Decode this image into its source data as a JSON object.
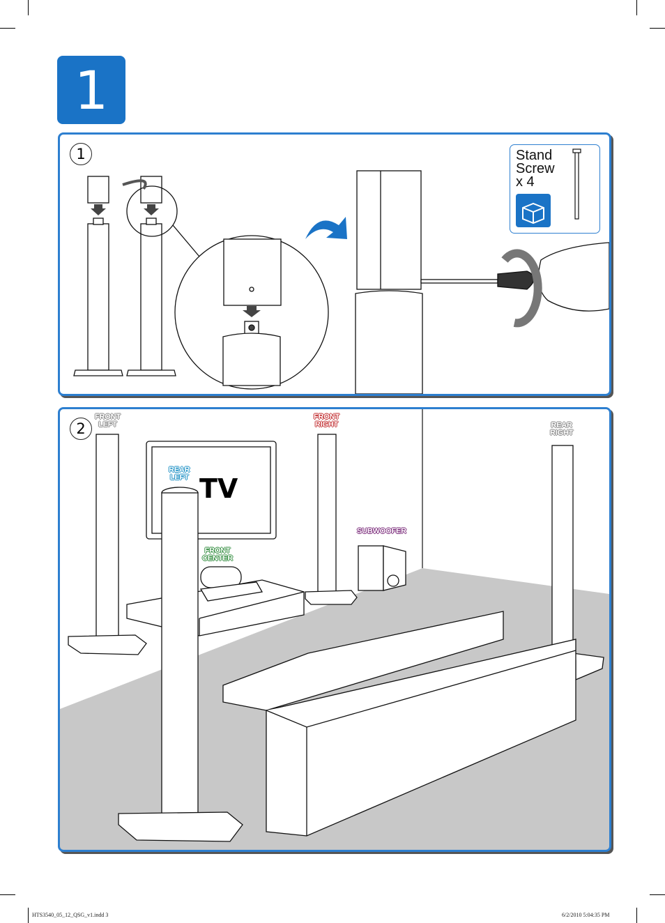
{
  "step": {
    "number": "1"
  },
  "panel1": {
    "substep": "1",
    "kit": {
      "line1": "Stand",
      "line2": "Screw",
      "line3": "x 4"
    }
  },
  "panel2": {
    "substep": "2",
    "labels": {
      "front_left": [
        "FRONT",
        "LEFT"
      ],
      "front_right": [
        "FRONT",
        "RIGHT"
      ],
      "rear_right": [
        "REAR",
        "RIGHT"
      ],
      "rear_left": [
        "REAR",
        "LEFT"
      ],
      "front_center": [
        "FRONT",
        "CENTER"
      ],
      "subwoofer": "SUBWOOFER",
      "tv": "TV"
    }
  },
  "footer": {
    "file": "HTS3540_05_12_QSG_v1.indd   3",
    "timestamp": "6/2/2010   5:04:35 PM"
  },
  "colors": {
    "accent": "#1a73c6",
    "panel_border": "#2d7fd0",
    "floor": "#c8c8c8"
  }
}
